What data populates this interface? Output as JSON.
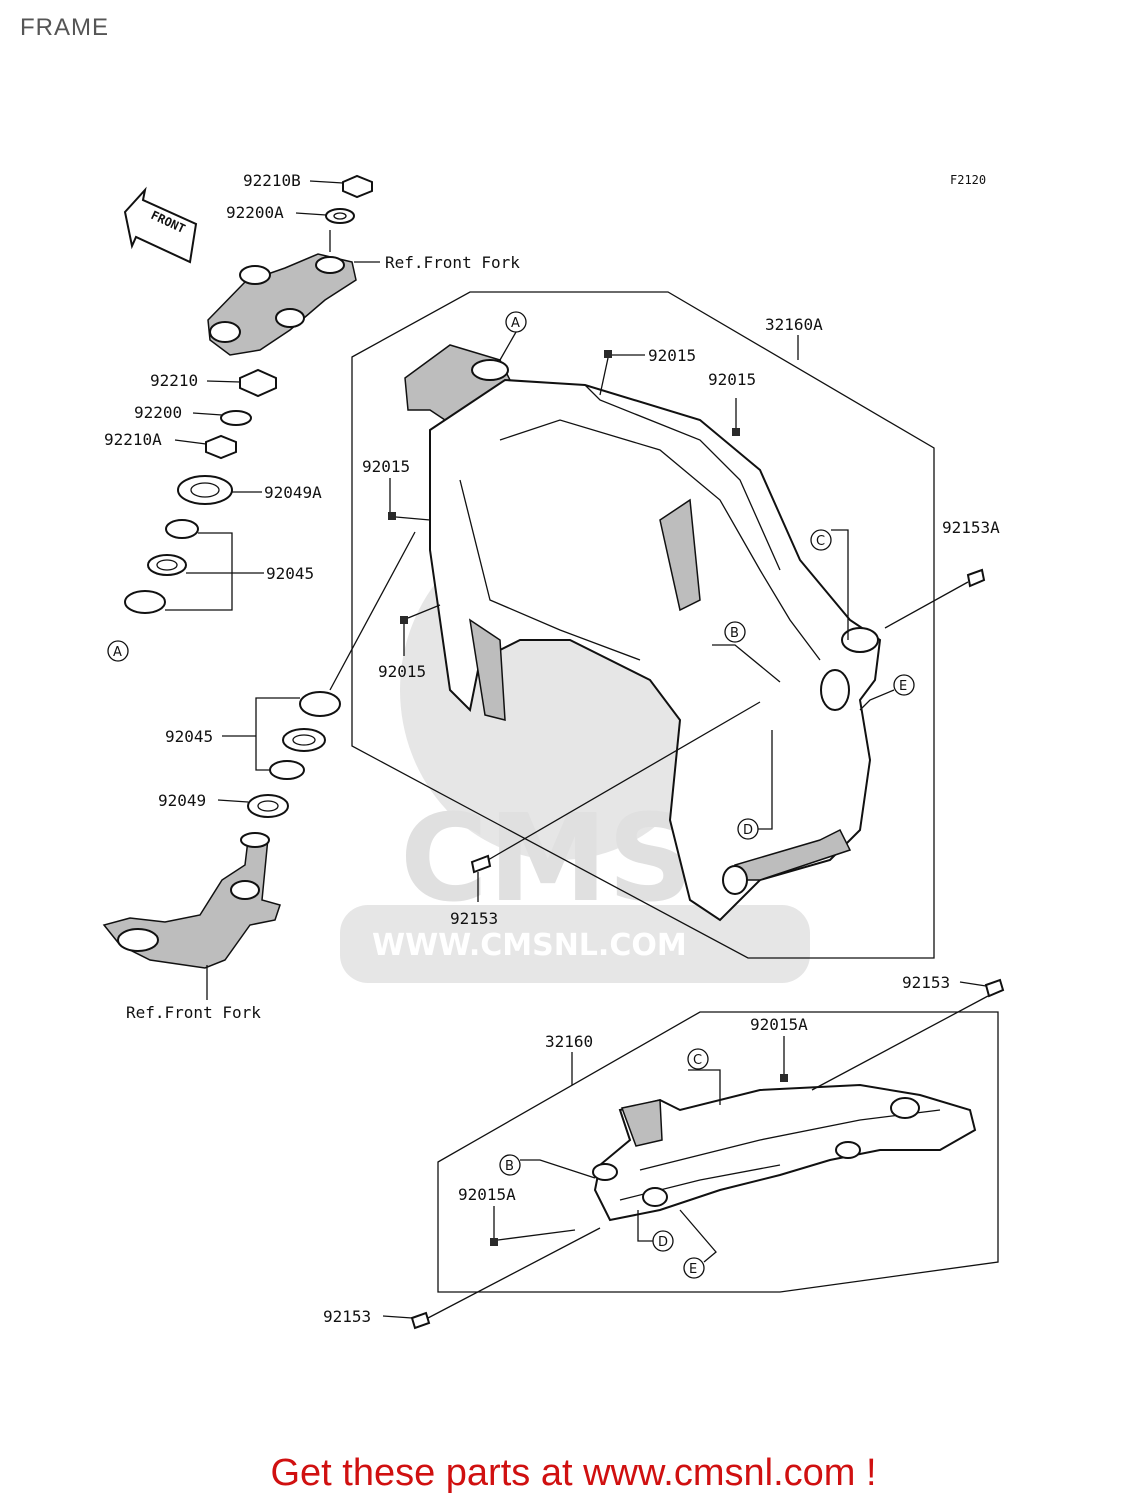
{
  "page": {
    "title": "FRAME"
  },
  "diagram_code": "F2120",
  "front_arrow": {
    "text": "FRONT"
  },
  "part_labels": {
    "p92210B": "92210B",
    "p92200A": "92200A",
    "ref_front_fork_top": "Ref.Front Fork",
    "p92210": "92210",
    "p92200": "92200",
    "p92210A": "92210A",
    "p92049A": "92049A",
    "p92045_top": "92045",
    "p92045_bottom": "92045",
    "p92049": "92049",
    "ref_front_fork_bottom": "Ref.Front Fork",
    "p32160A": "32160A",
    "p92015_1": "92015",
    "p92015_2": "92015",
    "p92015_3": "92015",
    "p92015_4": "92015",
    "p92153A": "92153A",
    "p92153_1": "92153",
    "p92153_2": "92153",
    "p92153_3": "92153",
    "p32160": "32160",
    "p92015A_1": "92015A",
    "p92015A_2": "92015A"
  },
  "ref_markers": {
    "a_top": "A",
    "a_left": "A",
    "b_main": "B",
    "c_main": "C",
    "d_main": "D",
    "e_main": "E",
    "b_sub": "B",
    "c_sub": "C",
    "d_sub": "D",
    "e_sub": "E"
  },
  "watermark": {
    "text": "WWW.CMSNL.COM",
    "logo": "CMS"
  },
  "footer": {
    "text": "Get these parts at www.cmsnl.com !"
  }
}
